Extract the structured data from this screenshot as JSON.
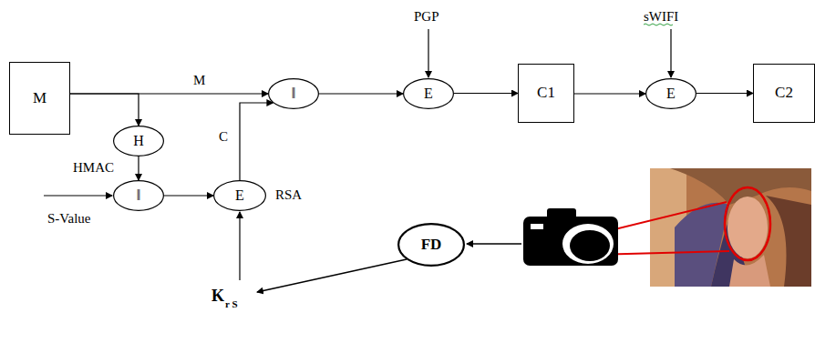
{
  "diagram": {
    "nodes": [
      {
        "text": [
          "M"
        ]
      },
      {
        "text": [
          "H"
        ]
      },
      {
        "text": [
          "‖"
        ]
      },
      {
        "text": [
          "E"
        ]
      },
      {
        "text": [
          "‖"
        ]
      },
      {
        "text": [
          "E"
        ]
      },
      {
        "text": [
          "C1"
        ]
      },
      {
        "text": [
          "E"
        ]
      },
      {
        "text": [
          "C2"
        ]
      },
      {
        "text": [
          "FD"
        ]
      }
    ],
    "edges": [
      {
        "from": 0,
        "to": 4,
        "arrow": "to",
        "label": "M"
      },
      {
        "from": 0,
        "to": 1,
        "arrow": "to"
      },
      {
        "from": 1,
        "to": 2,
        "arrow": "to",
        "label": "HMAC"
      },
      {
        "from": 2,
        "to": 3,
        "arrow": "to"
      },
      {
        "from": 3,
        "to": 4,
        "arrow": "to",
        "label": "C"
      },
      {
        "from": 4,
        "to": 5,
        "arrow": "to"
      },
      {
        "from": 5,
        "to": 6,
        "arrow": "to"
      },
      {
        "from": 6,
        "to": 7,
        "arrow": "to"
      },
      {
        "from": 7,
        "to": 8,
        "arrow": "to"
      }
    ],
    "labels": [
      "S-Value",
      "RSA",
      "PGP",
      "sWIFI",
      "K",
      "r S"
    ]
  }
}
